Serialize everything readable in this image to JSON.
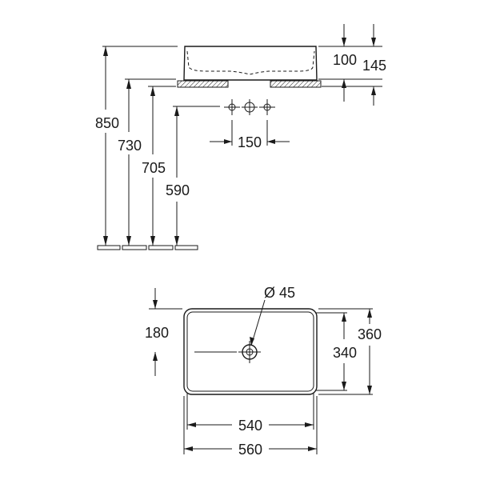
{
  "side_view": {
    "dimensions": {
      "total_height": "850",
      "rim_height": "730",
      "top_height": "705",
      "waste_height": "590",
      "basin_depth": "100",
      "overall_depth": "145",
      "tap_spacing": "150"
    }
  },
  "top_view": {
    "dimensions": {
      "drain_diameter": "Ø 45",
      "drain_offset": "180",
      "inner_depth": "340",
      "outer_depth": "360",
      "inner_width": "540",
      "outer_width": "560"
    }
  }
}
